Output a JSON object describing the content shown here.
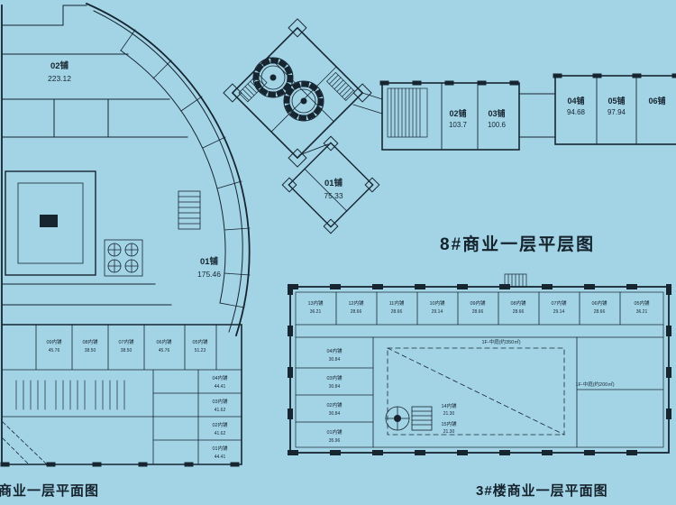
{
  "page": {
    "background_color": "#a3d4e6",
    "ink_color": "#162530"
  },
  "titles": {
    "plan8": "8#商业一层平层图",
    "plan3": "3#楼商业一层平面图",
    "left": "商业一层平面图"
  },
  "arc_building": {
    "shops": [
      {
        "label": "02铺",
        "area": "223.12"
      },
      {
        "label": "01铺",
        "area": "175.46"
      }
    ],
    "inner_rooms": [
      {
        "label": "09内铺",
        "area": "45.76"
      },
      {
        "label": "08内铺",
        "area": "38.50"
      },
      {
        "label": "07内铺",
        "area": "38.50"
      },
      {
        "label": "06内铺",
        "area": "45.76"
      },
      {
        "label": "05内铺",
        "area": "51.23"
      },
      {
        "label": "04内铺",
        "area": "44.41"
      },
      {
        "label": "03内铺",
        "area": "41.62"
      },
      {
        "label": "02内铺",
        "area": "41.62"
      },
      {
        "label": "01内铺",
        "area": "44.41"
      }
    ]
  },
  "angled_building": {
    "shops": [
      {
        "label": "01铺",
        "area": "75.33"
      }
    ]
  },
  "strip_building": {
    "shops": [
      {
        "label": "02铺",
        "area": "103.7"
      },
      {
        "label": "03铺",
        "area": "100.6"
      },
      {
        "label": "04铺",
        "area": "94.68"
      },
      {
        "label": "05铺",
        "area": "97.94"
      },
      {
        "label": "06铺",
        "area": ""
      }
    ]
  },
  "plan3_building": {
    "top_rooms": [
      {
        "label": "13内铺",
        "area": "36.21"
      },
      {
        "label": "12内铺",
        "area": "28.66"
      },
      {
        "label": "11内铺",
        "area": "28.66"
      },
      {
        "label": "10内铺",
        "area": "29.14"
      },
      {
        "label": "09内铺",
        "area": "28.66"
      },
      {
        "label": "08内铺",
        "area": "28.66"
      },
      {
        "label": "07内铺",
        "area": "29.14"
      },
      {
        "label": "06内铺",
        "area": "28.66"
      },
      {
        "label": "05内铺",
        "area": "36.21"
      }
    ],
    "left_rooms": [
      {
        "label": "04内铺",
        "area": "30.84"
      },
      {
        "label": "03内铺",
        "area": "30.84"
      },
      {
        "label": "02内铺",
        "area": "30.84"
      },
      {
        "label": "01内铺",
        "area": "35.96"
      }
    ],
    "center_rooms": [
      {
        "label": "14内铺",
        "area": "21.30"
      },
      {
        "label": "15内铺",
        "area": "21.30"
      }
    ],
    "annotations": [
      {
        "text": "1F-中庭(约350㎡)"
      },
      {
        "text": "1F-中庭(约200㎡)"
      }
    ]
  }
}
